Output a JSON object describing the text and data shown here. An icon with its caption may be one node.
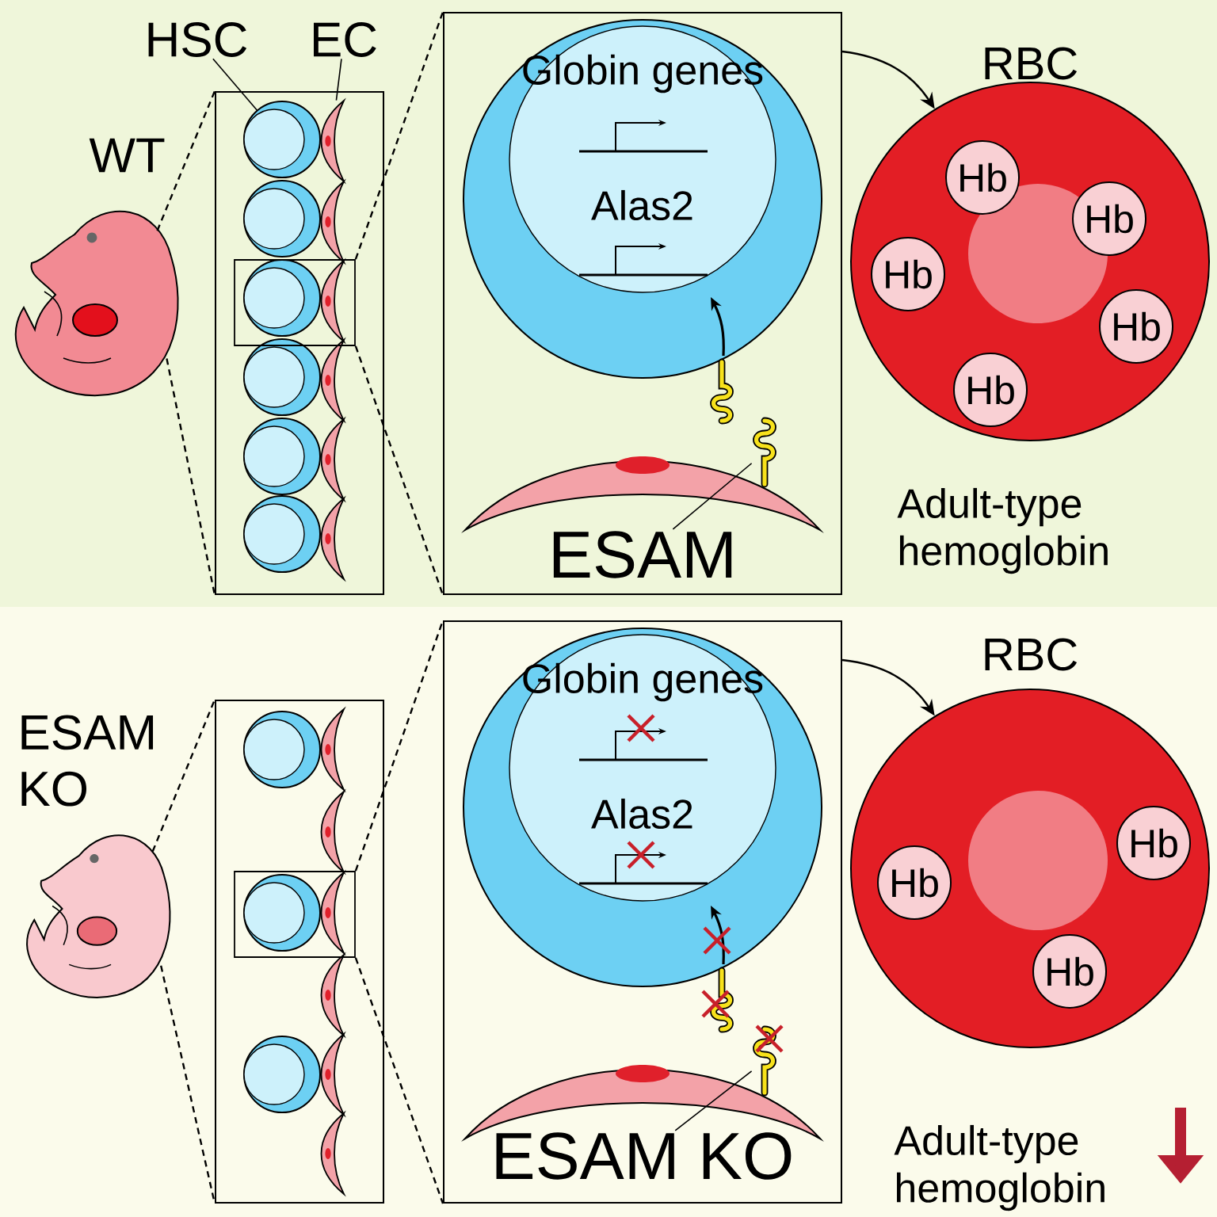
{
  "diagram": {
    "nodes": [
      {
        "text": [],
        "shape": "picture"
      },
      {
        "text": [
          "HSC"
        ]
      },
      {
        "text": [
          "EC"
        ]
      },
      {
        "text": [],
        "shape": "box"
      },
      {
        "text": [],
        "shape": "circle",
        "in": 3
      },
      {
        "text": [],
        "shape": "crescent",
        "in": 3
      },
      {
        "text": [],
        "shape": "box",
        "in": 3
      },
      {
        "text": [],
        "shape": "box"
      },
      {
        "text": [
          "Globin genes",
          "Alas2"
        ],
        "in": 7
      },
      {
        "text": [
          "ESAM"
        ],
        "in": 7
      },
      {
        "text": [],
        "shape": "picture",
        "in": 7
      },
      {
        "text": [
          "RBC"
        ],
        "beside": [
          "Adult-type hemoglobin"
        ]
      },
      {
        "text": [
          "Hb"
        ],
        "in": 11
      },
      {
        "text": [
          "Hb"
        ],
        "in": 11
      },
      {
        "text": [
          "Hb"
        ],
        "in": 11
      },
      {
        "text": [
          "Hb"
        ],
        "in": 11
      },
      {
        "text": [
          "Hb"
        ],
        "in": 11
      },
      {
        "text": [],
        "shape": "picture"
      },
      {
        "text": [],
        "shape": "box"
      },
      {
        "text": [],
        "shape": "box",
        "in": 18
      },
      {
        "text": [],
        "shape": "box"
      },
      {
        "text": [
          "Globin genes",
          "Alas2"
        ],
        "in": 20
      },
      {
        "text": [
          "ESAM KO"
        ],
        "in": 20
      },
      {
        "text": [],
        "shape": "picture",
        "in": 20
      },
      {
        "text": [
          "RBC"
        ],
        "beside": [
          "Adult-type hemoglobin"
        ]
      },
      {
        "text": [
          "Hb"
        ],
        "in": 24
      },
      {
        "text": [
          "Hb"
        ],
        "in": 24
      },
      {
        "text": [
          "Hb"
        ],
        "in": 24
      }
    ],
    "edges": [
      {
        "from": 0,
        "to": 3,
        "arrow": "none",
        "style": "dashed"
      },
      {
        "from": 0,
        "to": 3,
        "arrow": "none",
        "style": "dashed"
      },
      {
        "from": 1,
        "to": 4,
        "arrow": "none"
      },
      {
        "from": 2,
        "to": 5,
        "arrow": "none"
      },
      {
        "from": 6,
        "to": 7,
        "arrow": "none",
        "style": "dashed"
      },
      {
        "from": 6,
        "to": 7,
        "arrow": "none",
        "style": "dashed"
      },
      {
        "from": 9,
        "to": 10,
        "arrow": "none"
      },
      {
        "from": 7,
        "to": 11,
        "arrow": "to"
      },
      {
        "from": 17,
        "to": 18,
        "arrow": "none",
        "style": "dashed"
      },
      {
        "from": 17,
        "to": 18,
        "arrow": "none",
        "style": "dashed"
      },
      {
        "from": 19,
        "to": 20,
        "arrow": "none",
        "style": "dashed"
      },
      {
        "from": 19,
        "to": 20,
        "arrow": "none",
        "style": "dashed"
      },
      {
        "from": 22,
        "to": 23,
        "arrow": "none"
      },
      {
        "from": 20,
        "to": 24,
        "arrow": "to"
      }
    ],
    "labels": [
      "WT",
      "ESAM KO"
    ]
  }
}
